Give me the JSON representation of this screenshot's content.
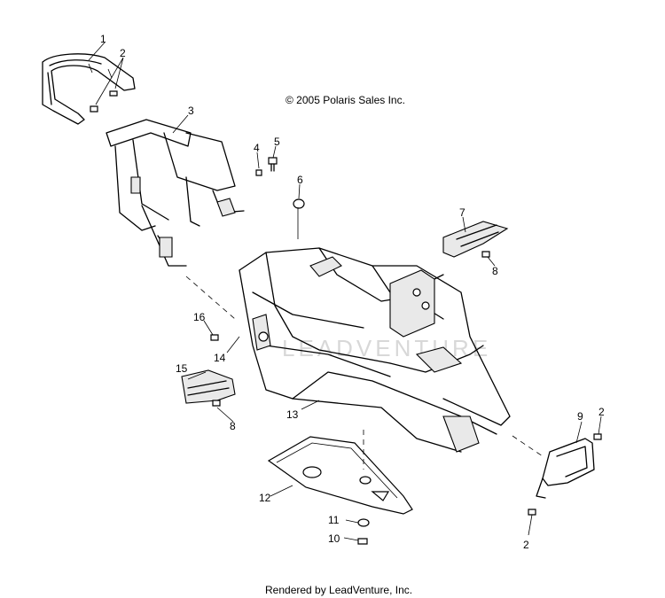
{
  "copyright": "© 2005 Polaris Sales Inc.",
  "footer": "Rendered by LeadVenture, Inc.",
  "watermark": "LEADVENTURE",
  "callouts": [
    "1",
    "2",
    "3",
    "4",
    "5",
    "6",
    "7",
    "8",
    "16",
    "14",
    "15",
    "8",
    "13",
    "12",
    "11",
    "10",
    "9",
    "2",
    "2"
  ]
}
